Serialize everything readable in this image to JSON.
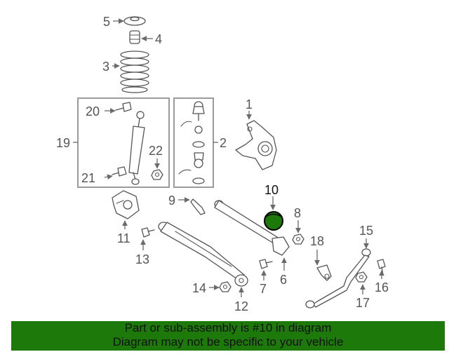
{
  "diagram": {
    "callouts": [
      "1",
      "2",
      "3",
      "4",
      "5",
      "6",
      "7",
      "8",
      "9",
      "10",
      "11",
      "12",
      "13",
      "14",
      "15",
      "16",
      "17",
      "18",
      "19",
      "20",
      "21",
      "22"
    ],
    "highlight_color": "#1d7a0a",
    "highlighted_part": "10"
  },
  "banner": {
    "line1": "Part or sub-assembly is #10 in diagram",
    "line2": "Diagram may not be specific to your vehicle",
    "background": "#1d7a0a"
  }
}
